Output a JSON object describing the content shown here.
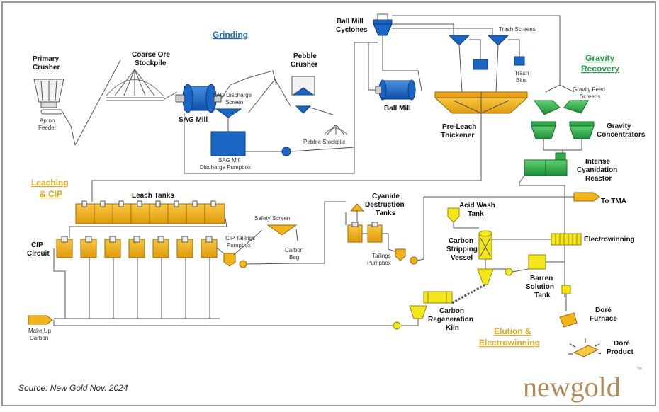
{
  "sections": {
    "grinding": "Grinding",
    "gravity_recovery_1": "Gravity",
    "gravity_recovery_2": "Recovery",
    "leaching_1": "Leaching",
    "leaching_2": "& CIP",
    "elution_1": "Elution &",
    "elution_2": "Electrowinning"
  },
  "labels": {
    "primary_crusher_1": "Primary",
    "primary_crusher_2": "Crusher",
    "apron_feeder_1": "Apron",
    "apron_feeder_2": "Feeder",
    "coarse_ore_1": "Coarse Ore",
    "coarse_ore_2": "Stockpile",
    "sag_mill": "SAG Mill",
    "sag_screen_1": "SAG Discharge",
    "sag_screen_2": "Screen",
    "sag_pumpbox_1": "SAG Mill",
    "sag_pumpbox_2": "Discharge Pumpbox",
    "pebble_crusher_1": "Pebble",
    "pebble_crusher_2": "Crusher",
    "pebble_stockpile": "Pebble Stockpile",
    "ball_mill_cyclones_1": "Ball Mill",
    "ball_mill_cyclones_2": "Cyclones",
    "ball_mill": "Ball Mill",
    "trash_screens": "Trash Screens",
    "trash_bins_1": "Trash",
    "trash_bins_2": "Bins",
    "pre_leach_1": "Pre-Leach",
    "pre_leach_2": "Thickener",
    "gravity_feed_1": "Gravity Feed",
    "gravity_feed_2": "Screens",
    "gravity_conc_1": "Gravity",
    "gravity_conc_2": "Concentrators",
    "intense_1": "Intense",
    "intense_2": "Cyanidation",
    "intense_3": "Reactor",
    "to_tma": "To TMA",
    "leach_tanks": "Leach Tanks",
    "cip_1": "CIP",
    "cip_2": "Circuit",
    "safety_screen": "Safety Screen",
    "carbon_bag_1": "Carbon",
    "carbon_bag_2": "Bag",
    "cip_tailings_1": "CIP Tailings",
    "cip_tailings_2": "Pumpbox",
    "cyanide_1": "Cyanide",
    "cyanide_2": "Destruction",
    "cyanide_3": "Tanks",
    "tailings_pumpbox_1": "Tailings",
    "tailings_pumpbox_2": "Pumpbox",
    "acid_wash_1": "Acid Wash",
    "acid_wash_2": "Tank",
    "carbon_stripping_1": "Carbon",
    "carbon_stripping_2": "Stripping",
    "carbon_stripping_3": "Vessel",
    "electrowinning": "Electrowinning",
    "barren_1": "Barren",
    "barren_2": "Solution",
    "barren_3": "Tank",
    "dore_furnace_1": "Doré",
    "dore_furnace_2": "Furnace",
    "dore_product_1": "Doré",
    "dore_product_2": "Product",
    "carbon_regen_1": "Carbon",
    "carbon_regen_2": "Regeneration",
    "carbon_regen_3": "Kiln",
    "make_up_1": "Make Up",
    "make_up_2": "Carbon"
  },
  "footer": {
    "source": "Source: New Gold Nov. 2024",
    "logo_text": "newgold",
    "logo_tm": "™"
  },
  "colors": {
    "blue": "#1a66c4",
    "gold": "#f2b418",
    "green": "#2eaa4a",
    "yellow": "#f5e61a"
  }
}
